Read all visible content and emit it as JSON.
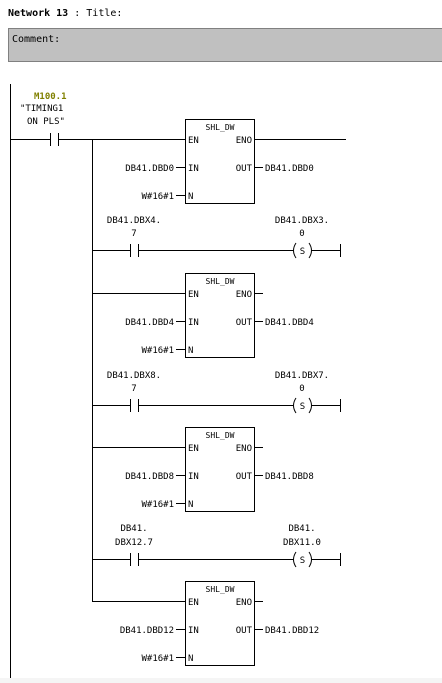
{
  "network": {
    "label": "Network 13",
    "title_sep": " : ",
    "title": "Title:"
  },
  "comment": {
    "label": "Comment:"
  },
  "contacts": [
    {
      "operand": "M100.1",
      "symbol_line1": "\"TIMING1",
      "symbol_line2": "ON PLS\""
    },
    {
      "operand_line1": "DB41.DBX4.",
      "operand_line2": "7"
    },
    {
      "operand_line1": "DB41.DBX8.",
      "operand_line2": "7"
    },
    {
      "operand_line1": "DB41.",
      "operand_line2": "DBX12.7"
    }
  ],
  "coils": [
    {
      "operand_line1": "DB41.DBX3.",
      "operand_line2": "0",
      "type": "S"
    },
    {
      "operand_line1": "DB41.DBX7.",
      "operand_line2": "0",
      "type": "S"
    },
    {
      "operand_line1": "DB41.",
      "operand_line2": "DBX11.0",
      "type": "S"
    }
  ],
  "blocks": [
    {
      "name": "SHL_DW",
      "en": "EN",
      "eno": "ENO",
      "in_pin": "IN",
      "out_pin": "OUT",
      "n_pin": "N",
      "in": "DB41.DBD0",
      "out": "DB41.DBD0",
      "n": "W#16#1"
    },
    {
      "name": "SHL_DW",
      "en": "EN",
      "eno": "ENO",
      "in_pin": "IN",
      "out_pin": "OUT",
      "n_pin": "N",
      "in": "DB41.DBD4",
      "out": "DB41.DBD4",
      "n": "W#16#1"
    },
    {
      "name": "SHL_DW",
      "en": "EN",
      "eno": "ENO",
      "in_pin": "IN",
      "out_pin": "OUT",
      "n_pin": "N",
      "in": "DB41.DBD8",
      "out": "DB41.DBD8",
      "n": "W#16#1"
    },
    {
      "name": "SHL_DW",
      "en": "EN",
      "eno": "ENO",
      "in_pin": "IN",
      "out_pin": "OUT",
      "n_pin": "N",
      "in": "DB41.DBD12",
      "out": "DB41.DBD12",
      "n": "W#16#1"
    }
  ],
  "colors": {
    "address_highlight": "#808000",
    "comment_bg": "#c0c0c0",
    "line": "#000000"
  }
}
